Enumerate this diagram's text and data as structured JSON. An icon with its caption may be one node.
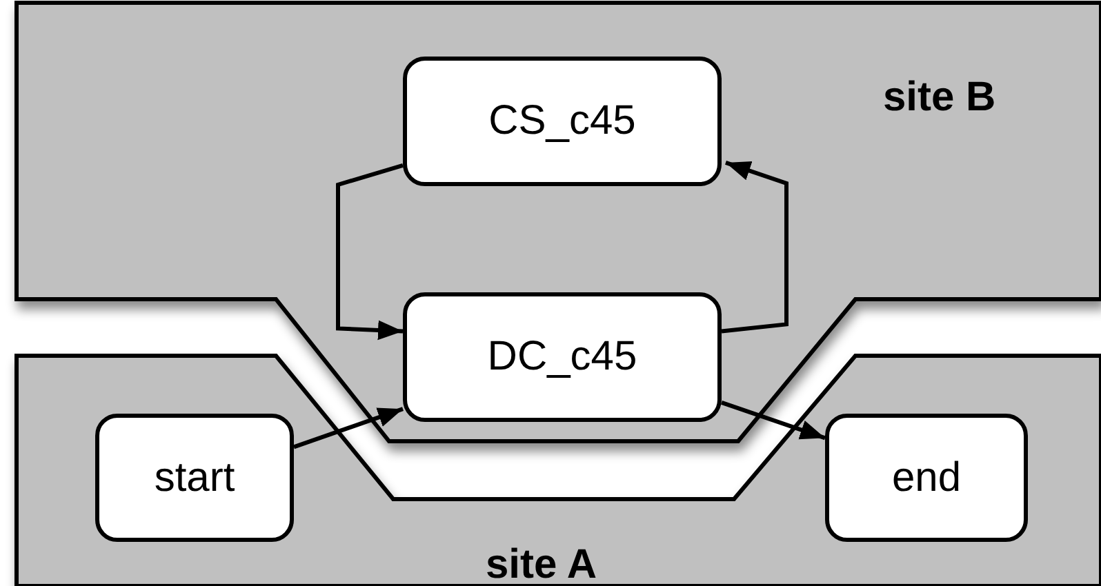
{
  "diagram": {
    "nodes": [
      {
        "text": [
          "site B"
        ]
      },
      {
        "text": [
          "CS_c45"
        ],
        "in": 0
      },
      {
        "text": [
          "DC_c45"
        ],
        "in": 0
      },
      {
        "text": [
          "site A"
        ]
      },
      {
        "text": [
          "start"
        ],
        "in": 3
      },
      {
        "text": [
          "end"
        ],
        "in": 3
      }
    ],
    "edges": [
      {
        "from": 1,
        "to": 2,
        "arrow": "to"
      },
      {
        "from": 2,
        "to": 1,
        "arrow": "to"
      },
      {
        "from": 4,
        "to": 2,
        "arrow": "to"
      },
      {
        "from": 2,
        "to": 5,
        "arrow": "to"
      }
    ]
  }
}
